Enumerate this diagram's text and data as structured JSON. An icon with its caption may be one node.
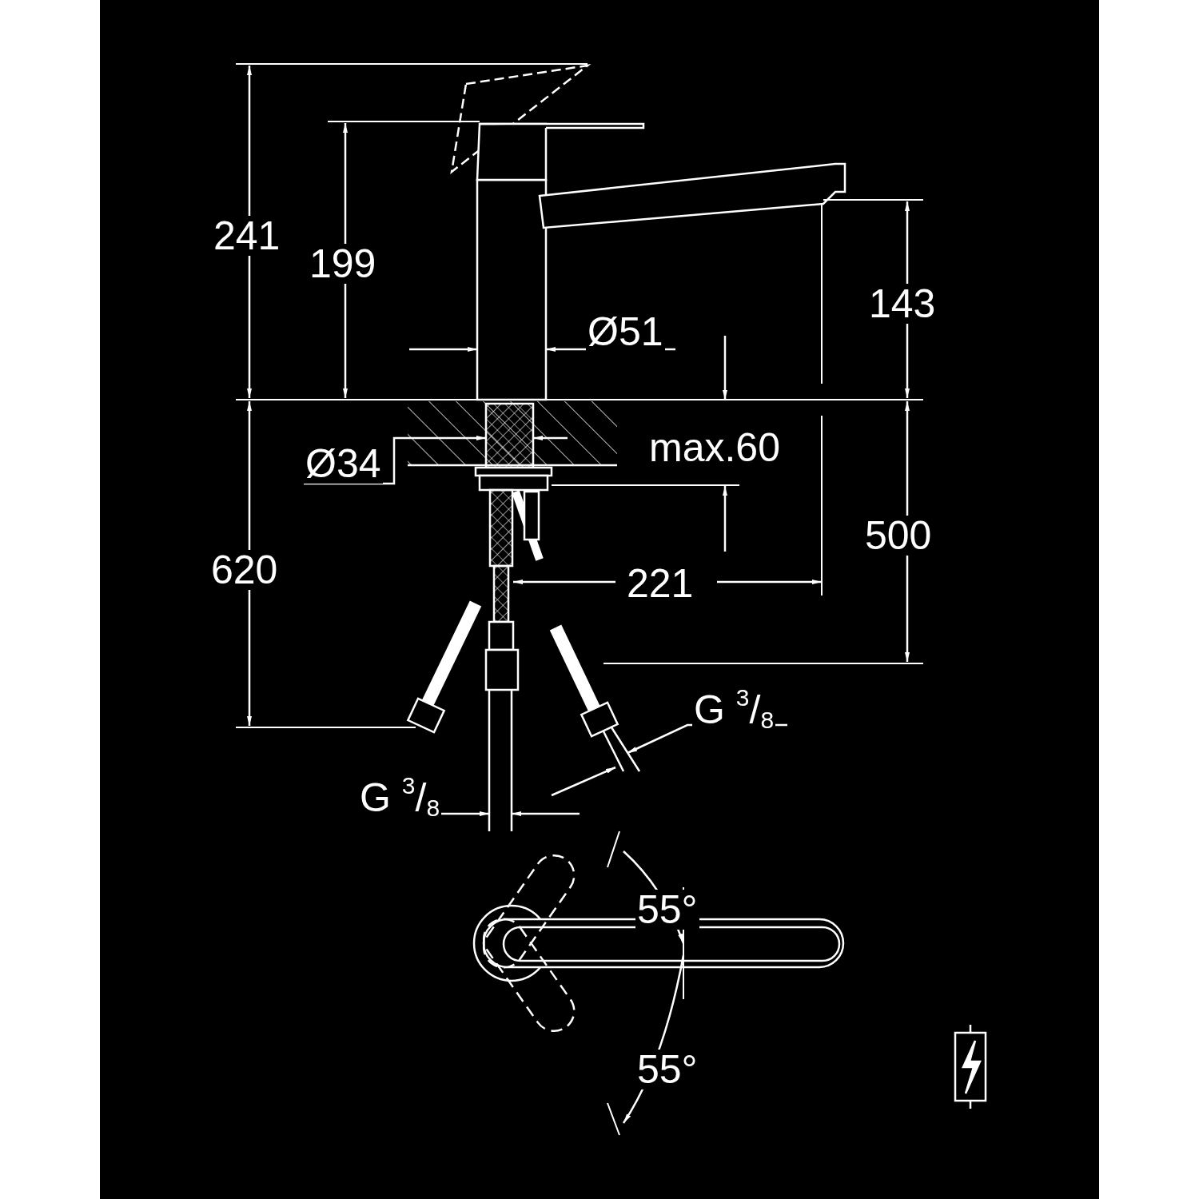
{
  "diagram": {
    "labels": [
      "241",
      "199",
      "143",
      "Ø51",
      "Ø34",
      "max.60",
      "500",
      "620",
      "221",
      "G $^{3}$/$_{8}$",
      "G $^{3}$/$_{8}$",
      "55°",
      "55°"
    ]
  }
}
